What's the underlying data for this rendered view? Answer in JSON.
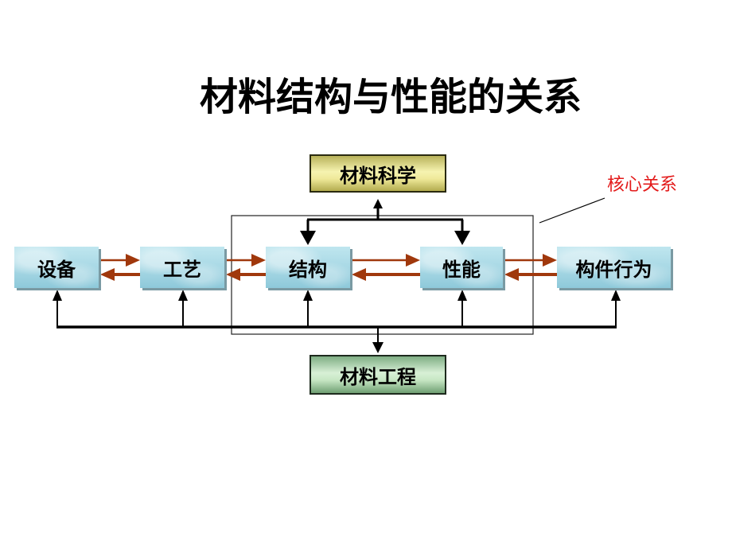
{
  "title": "材料结构与性能的关系",
  "nodes": {
    "science": "材料科学",
    "engineering": "材料工程",
    "equipment": "设备",
    "process": "工艺",
    "structure": "结构",
    "property": "性能",
    "component_behavior": "构件行为"
  },
  "annotation": "核心关系",
  "colors": {
    "bidirectional_arrow": "#a0380c",
    "connector": "#000000",
    "annotation_text": "#e31a1a",
    "node_blue": "#a6d7e4",
    "node_yellow": "#f6f3b0",
    "node_green": "#d8f0d6"
  }
}
